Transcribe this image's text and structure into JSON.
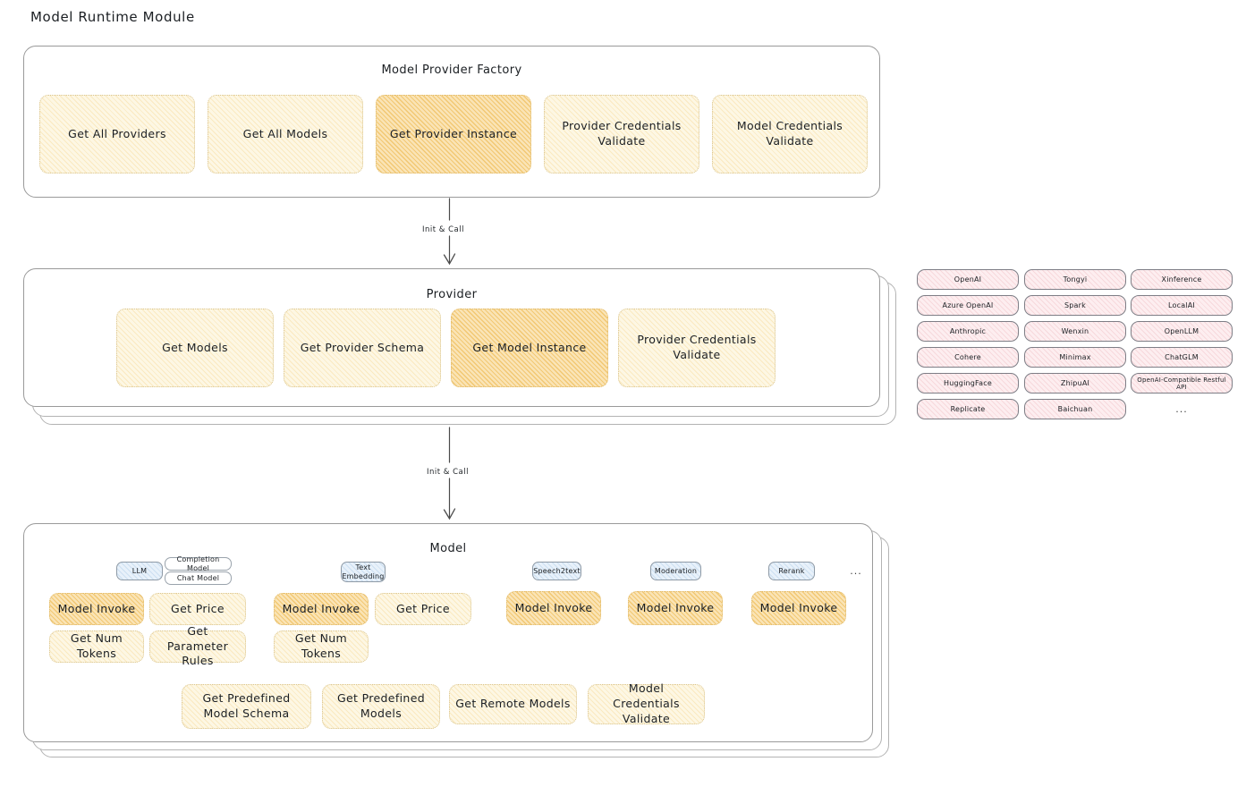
{
  "page": {
    "title": "Model Runtime Module"
  },
  "factory": {
    "title": "Model Provider Factory",
    "cards": [
      {
        "label": "Get All Providers",
        "emphasis": "light"
      },
      {
        "label": "Get All Models",
        "emphasis": "light"
      },
      {
        "label": "Get Provider Instance",
        "emphasis": "strong"
      },
      {
        "label": "Provider Credentials Validate",
        "emphasis": "light"
      },
      {
        "label": "Model Credentials Validate",
        "emphasis": "light"
      }
    ]
  },
  "connector_1": {
    "label": "Init & Call"
  },
  "connector_2": {
    "label": "Init & Call"
  },
  "provider": {
    "title": "Provider",
    "cards": [
      {
        "label": "Get Models",
        "emphasis": "light"
      },
      {
        "label": "Get Provider Schema",
        "emphasis": "light"
      },
      {
        "label": "Get Model Instance",
        "emphasis": "strong"
      },
      {
        "label": "Provider Credentials Validate",
        "emphasis": "light"
      }
    ]
  },
  "provider_list": {
    "column_1": [
      "OpenAI",
      "Azure OpenAI",
      "Anthropic",
      "Cohere",
      "HuggingFace",
      "Replicate"
    ],
    "column_2": [
      "Tongyi",
      "Spark",
      "Wenxin",
      "Minimax",
      "ZhipuAI",
      "Baichuan"
    ],
    "column_3": [
      "Xinference",
      "LocalAI",
      "OpenLLM",
      "ChatGLM",
      "OpenAI-Compatible Restful API"
    ],
    "more": "..."
  },
  "model": {
    "title": "Model",
    "more": "...",
    "types": [
      {
        "name": "LLM",
        "sub": [
          "Completion Model",
          "Chat Model"
        ]
      },
      {
        "name": "Text\nEmbedding",
        "sub": []
      },
      {
        "name": "Speech2text",
        "sub": []
      },
      {
        "name": "Moderation",
        "sub": []
      },
      {
        "name": "Rerank",
        "sub": []
      }
    ],
    "groups": [
      {
        "type": "LLM",
        "cards": [
          {
            "label": "Model Invoke",
            "emphasis": "strong"
          },
          {
            "label": "Get Price",
            "emphasis": "light"
          },
          {
            "label": "Get Num Tokens",
            "emphasis": "light"
          },
          {
            "label": "Get Parameter Rules",
            "emphasis": "light"
          }
        ]
      },
      {
        "type": "Text Embedding",
        "cards": [
          {
            "label": "Model Invoke",
            "emphasis": "strong"
          },
          {
            "label": "Get Price",
            "emphasis": "light"
          },
          {
            "label": "Get Num Tokens",
            "emphasis": "light"
          }
        ]
      },
      {
        "type": "Speech2text",
        "cards": [
          {
            "label": "Model Invoke",
            "emphasis": "strong"
          }
        ]
      },
      {
        "type": "Moderation",
        "cards": [
          {
            "label": "Model Invoke",
            "emphasis": "strong"
          }
        ]
      },
      {
        "type": "Rerank",
        "cards": [
          {
            "label": "Model Invoke",
            "emphasis": "strong"
          }
        ]
      }
    ],
    "shared_cards": [
      {
        "label": "Get Predefined Model Schema",
        "emphasis": "light"
      },
      {
        "label": "Get Predefined Models",
        "emphasis": "light"
      },
      {
        "label": "Get Remote Models",
        "emphasis": "light"
      },
      {
        "label": "Model Credentials Validate",
        "emphasis": "light"
      }
    ]
  },
  "colors": {
    "card_light_fill": "#fdf7e4",
    "card_strong_fill": "#fae4b6",
    "card_border": "#d9c48d",
    "pill_blue_fill": "#e8f1fa",
    "pill_pink_fill": "#fdeef0",
    "container_border": "#9a9a9a",
    "text": "#1b1f23"
  }
}
